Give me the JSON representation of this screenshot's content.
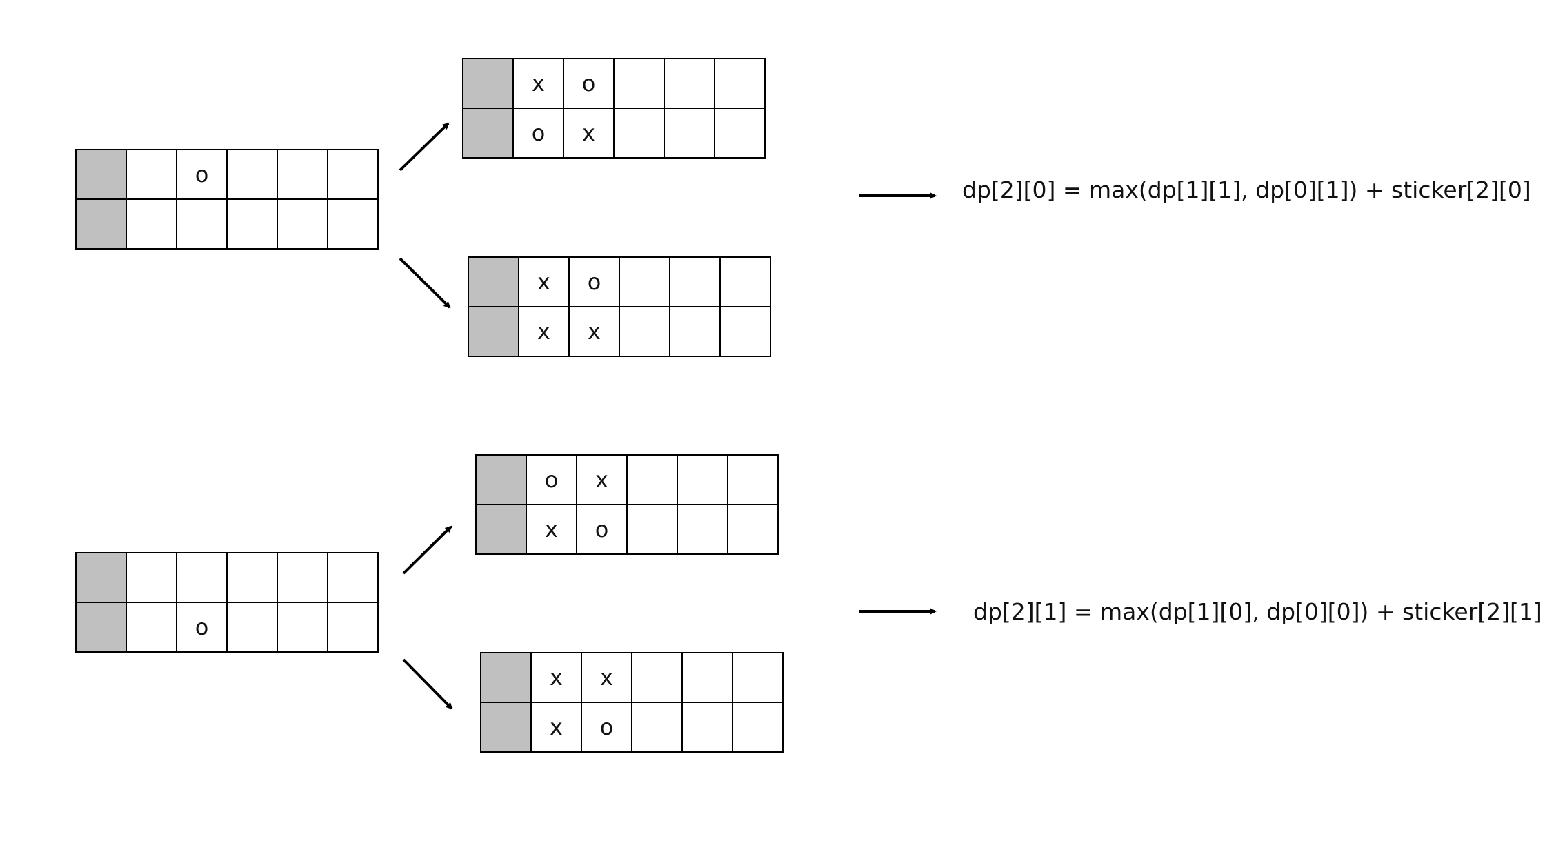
{
  "formulas": {
    "top": "dp[2][0] = max(dp[1][1], dp[0][1]) + sticker[2][0]",
    "bottom": "dp[2][1] = max(dp[1][0], dp[0][0]) + sticker[2][1]"
  },
  "grids": {
    "top_source": [
      [
        "",
        "",
        "o",
        "",
        "",
        ""
      ],
      [
        "",
        "",
        "",
        "",
        "",
        ""
      ]
    ],
    "top_branch_up": [
      [
        "",
        "x",
        "o",
        "",
        "",
        ""
      ],
      [
        "",
        "o",
        "x",
        "",
        "",
        ""
      ]
    ],
    "top_branch_down": [
      [
        "",
        "x",
        "o",
        "",
        "",
        ""
      ],
      [
        "",
        "x",
        "x",
        "",
        "",
        ""
      ]
    ],
    "bottom_source": [
      [
        "",
        "",
        "",
        "",
        "",
        ""
      ],
      [
        "",
        "",
        "o",
        "",
        "",
        ""
      ]
    ],
    "bottom_branch_up": [
      [
        "",
        "o",
        "x",
        "",
        "",
        ""
      ],
      [
        "",
        "x",
        "o",
        "",
        "",
        ""
      ]
    ],
    "bottom_branch_down": [
      [
        "",
        "x",
        "x",
        "",
        "",
        ""
      ],
      [
        "",
        "x",
        "o",
        "",
        "",
        ""
      ]
    ]
  },
  "colors": {
    "shaded_cell": "#c0c0c0",
    "line": "#000000"
  }
}
